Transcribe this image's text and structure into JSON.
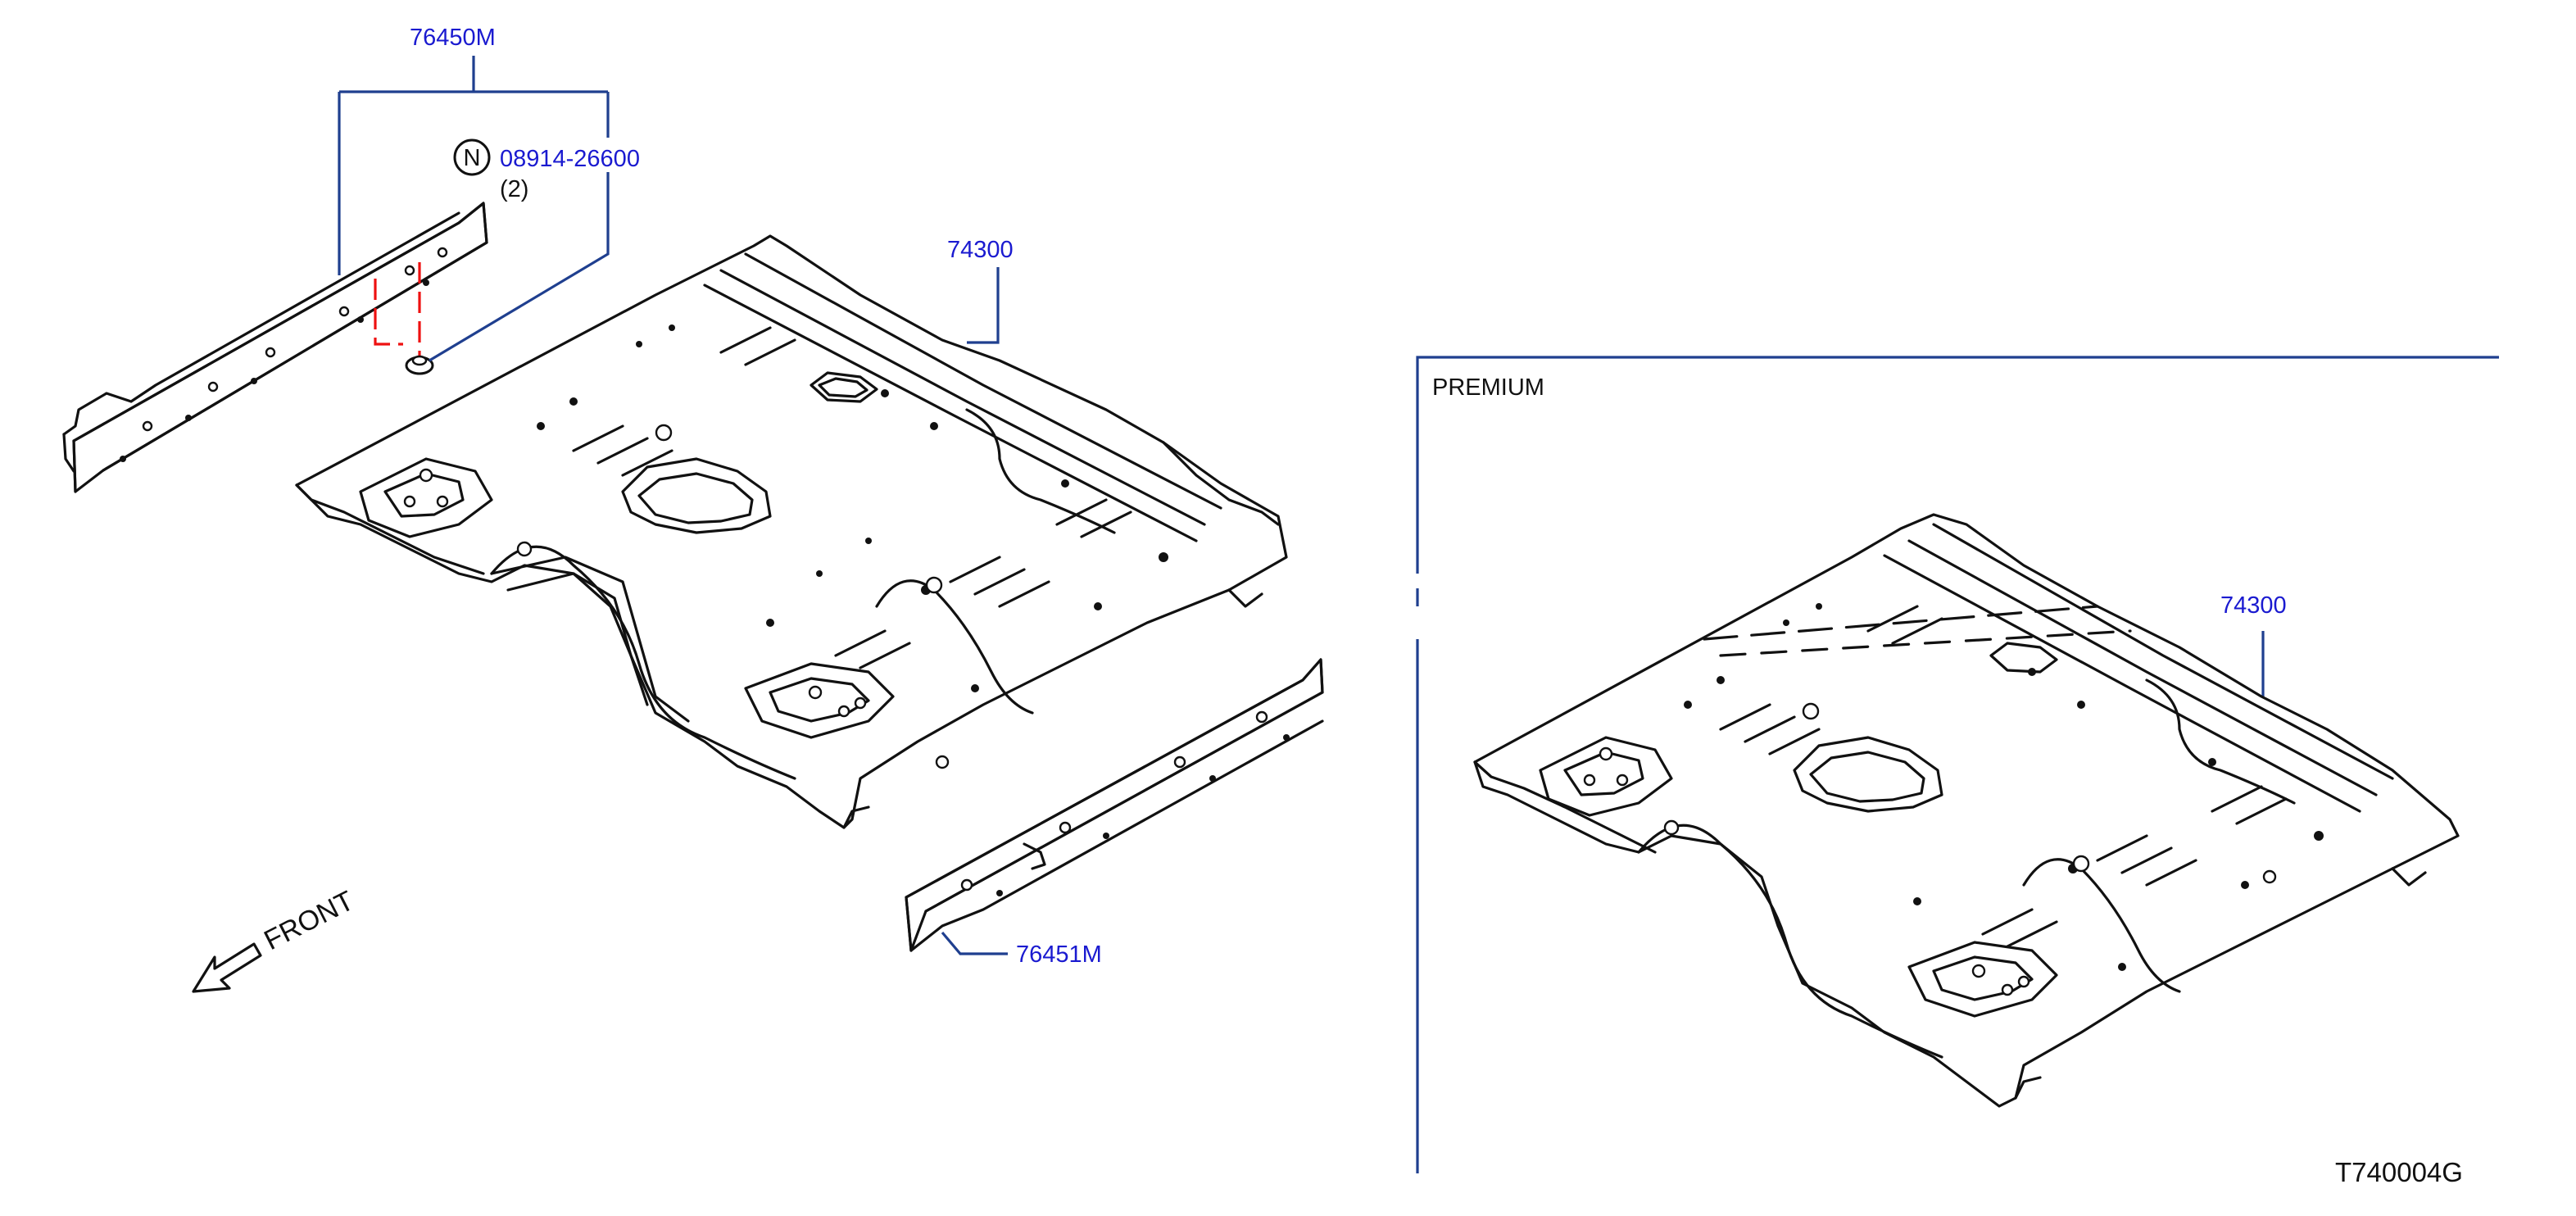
{
  "diagram": {
    "parts": {
      "rail_left": "76450M",
      "clip_number": "08914-26600",
      "clip_qty": "(2)",
      "clip_symbol": "N",
      "floor_main": "74300",
      "rail_right": "76451M",
      "floor_premium": "74300"
    },
    "direction_label": "FRONT",
    "inset_title": "PREMIUM",
    "figure_code": "T740004G"
  },
  "colors": {
    "label": "#1a1ad0",
    "leader": "#1f3f8f",
    "highlight": "#ee1111",
    "line": "#111111"
  }
}
